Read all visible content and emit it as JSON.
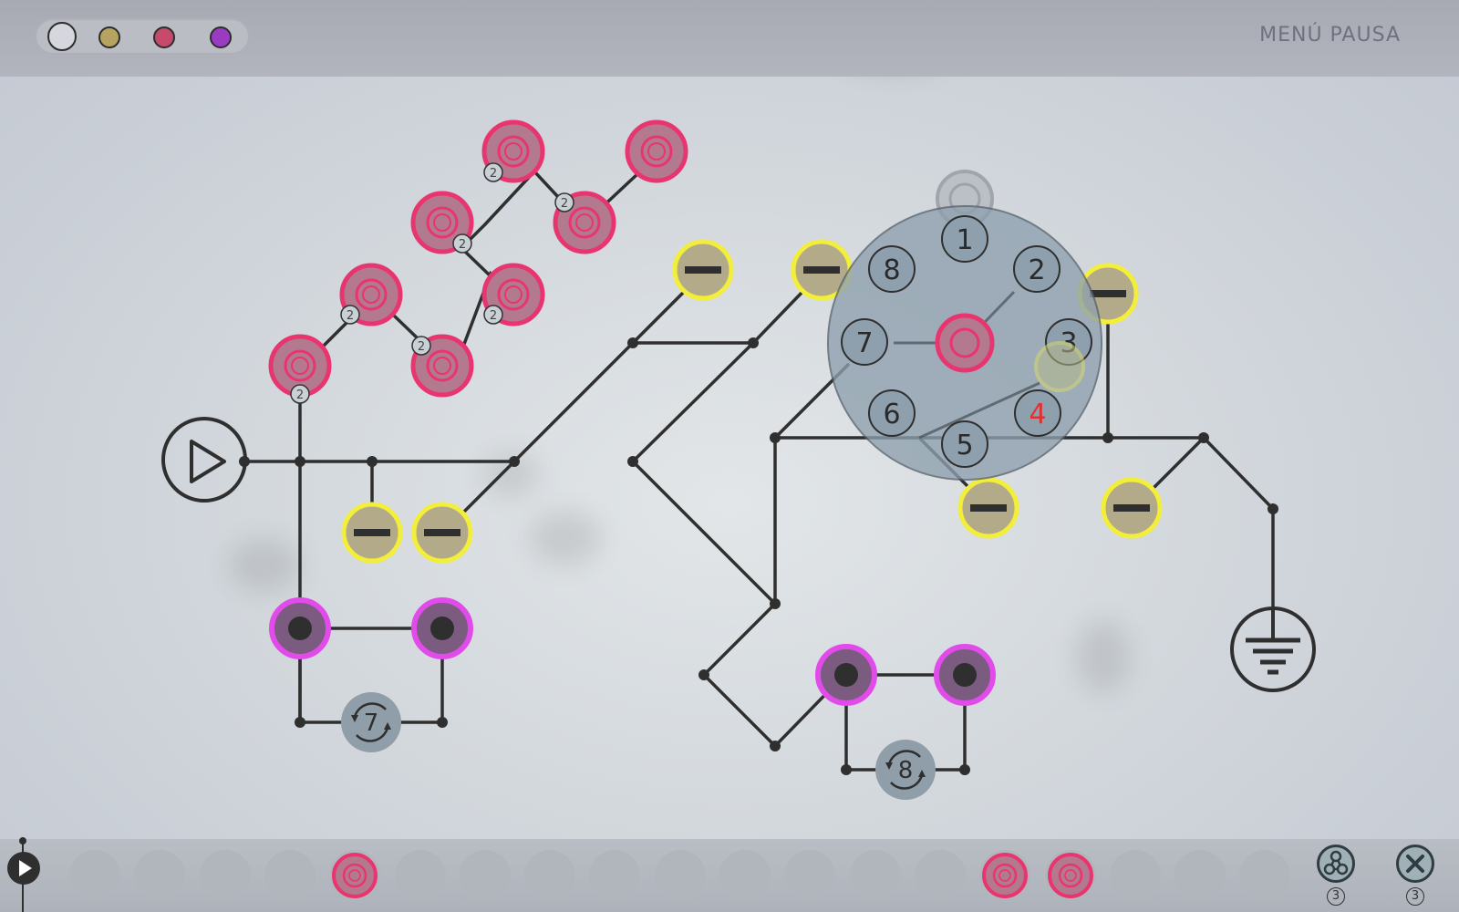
{
  "header": {
    "menu_label": "MENÚ PAUSA",
    "palette": [
      {
        "name": "white",
        "color": "#d6d7de",
        "selected": true
      },
      {
        "name": "gold",
        "color": "#b6a35f",
        "selected": false
      },
      {
        "name": "crimson",
        "color": "#c64a6b",
        "selected": false
      },
      {
        "name": "purple",
        "color": "#9a3cc2",
        "selected": false
      }
    ]
  },
  "colors": {
    "pink_node": "#e8356f",
    "yellow_node": "#f2ee3a",
    "magenta_node": "#e04bea",
    "wire": "#2f2f2f",
    "dial_face": "#8ea0ae",
    "dial_highlight_number": "#e23030"
  },
  "board": {
    "badge_value": "2",
    "loop_counters": [
      "7",
      "8"
    ],
    "dial": {
      "numbers": [
        "1",
        "2",
        "3",
        "4",
        "5",
        "6",
        "7",
        "8"
      ],
      "highlighted": "4"
    }
  },
  "bottom": {
    "slot_count": 19,
    "filled_slots": [
      4,
      14,
      15
    ],
    "tools": [
      {
        "name": "network-tool",
        "count": "3"
      },
      {
        "name": "delete-tool",
        "count": "3"
      }
    ]
  }
}
